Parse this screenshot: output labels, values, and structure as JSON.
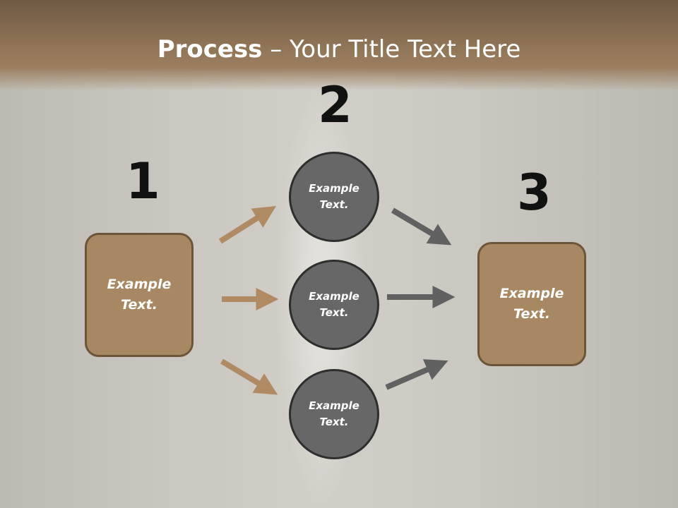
{
  "slide": {
    "title_bold": "Process",
    "title_rest": " – Your Title Text Here"
  },
  "steps": {
    "n1": "1",
    "n2": "2",
    "n3": "3"
  },
  "nodes": {
    "left_box": "Example Text.",
    "right_box": "Example Text.",
    "circle_top": "Example Text.",
    "circle_middle": "Example Text.",
    "circle_bottom": "Example Text."
  },
  "colors": {
    "brown_accent": "#a88862",
    "grey_circle": "#676767",
    "arrow_brown": "#b08a62",
    "arrow_grey": "#616161"
  }
}
